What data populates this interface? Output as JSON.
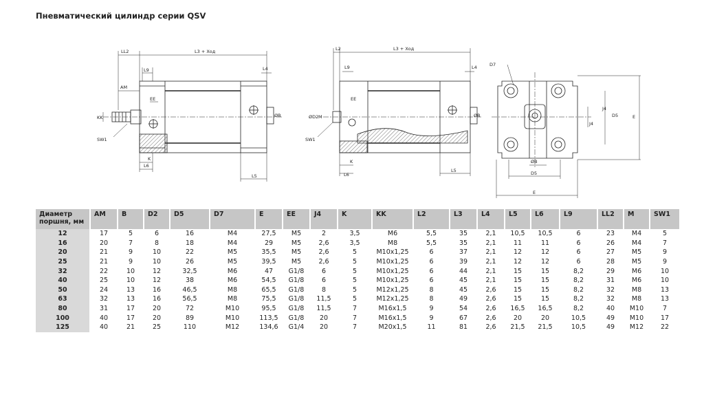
{
  "title": "Пневматический цилиндр серии QSV",
  "drawing_labels": {
    "view1": [
      "LL2",
      "L3 + Ход",
      "L4",
      "L9",
      "AM",
      "EE",
      "KK",
      "SW1",
      "K",
      "L6",
      "L5",
      "ØB"
    ],
    "view2": [
      "L2",
      "L3 + Ход",
      "L4",
      "L9",
      "EE",
      "ØD2",
      "M",
      "SW1",
      "K",
      "L6",
      "L5",
      "ØB"
    ],
    "view3": [
      "D7",
      "J4",
      "D5",
      "E",
      "J4",
      "ØB",
      "D5",
      "E"
    ]
  },
  "table": {
    "headers": [
      "Диаметр поршня, мм",
      "AM",
      "B",
      "D2",
      "D5",
      "D7",
      "E",
      "EE",
      "J4",
      "K",
      "KK",
      "L2",
      "L3",
      "L4",
      "L5",
      "L6",
      "L9",
      "LL2",
      "M",
      "SW1"
    ],
    "rows": [
      [
        "12",
        "17",
        "5",
        "6",
        "16",
        "M4",
        "27,5",
        "M5",
        "2",
        "3,5",
        "M6",
        "5,5",
        "35",
        "2,1",
        "10,5",
        "10,5",
        "6",
        "23",
        "M4",
        "5"
      ],
      [
        "16",
        "20",
        "7",
        "8",
        "18",
        "M4",
        "29",
        "M5",
        "2,6",
        "3,5",
        "M8",
        "5,5",
        "35",
        "2,1",
        "11",
        "11",
        "6",
        "26",
        "M4",
        "7"
      ],
      [
        "20",
        "21",
        "9",
        "10",
        "22",
        "M5",
        "35,5",
        "M5",
        "2,6",
        "5",
        "M10x1,25",
        "6",
        "37",
        "2,1",
        "12",
        "12",
        "6",
        "27",
        "M5",
        "9"
      ],
      [
        "25",
        "21",
        "9",
        "10",
        "26",
        "M5",
        "39,5",
        "M5",
        "2,6",
        "5",
        "M10x1,25",
        "6",
        "39",
        "2,1",
        "12",
        "12",
        "6",
        "28",
        "M5",
        "9"
      ],
      [
        "32",
        "22",
        "10",
        "12",
        "32,5",
        "M6",
        "47",
        "G1/8",
        "6",
        "5",
        "M10x1,25",
        "6",
        "44",
        "2,1",
        "15",
        "15",
        "8,2",
        "29",
        "M6",
        "10"
      ],
      [
        "40",
        "25",
        "10",
        "12",
        "38",
        "M6",
        "54,5",
        "G1/8",
        "6",
        "5",
        "M10x1,25",
        "6",
        "45",
        "2,1",
        "15",
        "15",
        "8,2",
        "31",
        "M6",
        "10"
      ],
      [
        "50",
        "24",
        "13",
        "16",
        "46,5",
        "M8",
        "65,5",
        "G1/8",
        "8",
        "5",
        "M12x1,25",
        "8",
        "45",
        "2,6",
        "15",
        "15",
        "8,2",
        "32",
        "M8",
        "13"
      ],
      [
        "63",
        "32",
        "13",
        "16",
        "56,5",
        "M8",
        "75,5",
        "G1/8",
        "11,5",
        "5",
        "M12x1,25",
        "8",
        "49",
        "2,6",
        "15",
        "15",
        "8,2",
        "32",
        "M8",
        "13"
      ],
      [
        "80",
        "31",
        "17",
        "20",
        "72",
        "M10",
        "95,5",
        "G1/8",
        "11,5",
        "7",
        "M16x1,5",
        "9",
        "54",
        "2,6",
        "16,5",
        "16,5",
        "8,2",
        "40",
        "M10",
        "7"
      ],
      [
        "100",
        "40",
        "17",
        "20",
        "89",
        "M10",
        "113,5",
        "G1/8",
        "20",
        "7",
        "M16x1,5",
        "9",
        "67",
        "2,6",
        "20",
        "20",
        "10,5",
        "49",
        "M10",
        "17"
      ],
      [
        "125",
        "40",
        "21",
        "25",
        "110",
        "M12",
        "134,6",
        "G1/4",
        "20",
        "7",
        "M20x1,5",
        "11",
        "81",
        "2,6",
        "21,5",
        "21,5",
        "10,5",
        "49",
        "M12",
        "22"
      ]
    ]
  }
}
